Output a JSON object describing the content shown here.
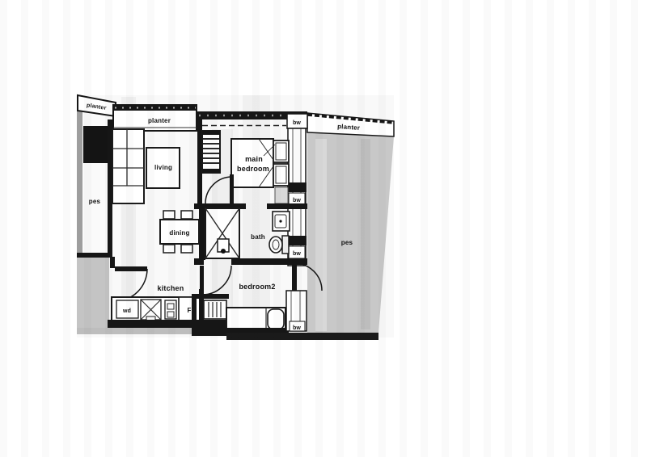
{
  "plan": {
    "labels": {
      "planter_top_left": "planter",
      "planter_top": "planter",
      "planter_right": "planter",
      "pes_left": "pes",
      "pes_right": "pes",
      "living": "living",
      "dining": "dining",
      "kitchen": "kitchen",
      "bath": "bath",
      "main_bedroom_line1": "main",
      "main_bedroom_line2": "bedroom",
      "bedroom2": "bedroom2",
      "bw_top": "bw",
      "bw_right_mid": "bw",
      "bw_right_low": "bw",
      "bw_bedroom2": "bw",
      "washer_dryer": "wd",
      "fridge": "F"
    },
    "colors": {
      "wall": "#161616",
      "pes_fill": "#c8c8c8",
      "shadow": "#bdbdbd",
      "bench_fill": "#d9d9d9"
    }
  }
}
